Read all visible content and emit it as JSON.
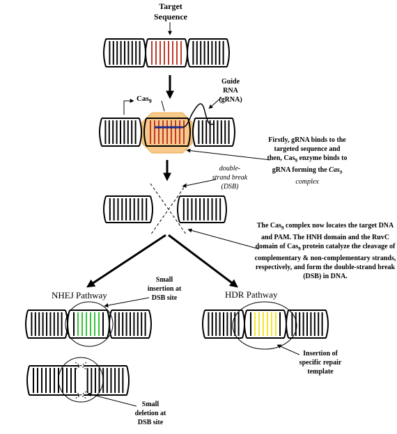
{
  "labels": {
    "target_sequence": "Target Sequence",
    "cas9_prefix": "Cas",
    "cas9_sub": "9",
    "guide_rna_line1": "Guide",
    "guide_rna_line2": "RNA",
    "guide_rna_line3": "(gRNA)",
    "dsb_line1": "double-",
    "dsb_line2": "strand break",
    "dsb_line3": "(DSB)",
    "nhej_pathway": "NHEJ Pathway",
    "hdr_pathway": "HDR Pathway",
    "small_insertion_line1": "Small",
    "small_insertion_line2": "insertion at",
    "small_insertion_line3": "DSB site",
    "small_deletion_line1": "Small",
    "small_deletion_line2": "deletion at",
    "small_deletion_line3": "DSB site",
    "insertion_template_line1": "Insertion of",
    "insertion_template_line2": "specific repair",
    "insertion_template_line3": "template"
  },
  "notes": {
    "step1_line1": "Firstly, gRNA binds to the",
    "step1_line2": "targeted sequence and",
    "step1_line3_a": "then, Cas",
    "step1_line3_sub": "9",
    "step1_line3_b": " enzyme binds to",
    "step1_line4_a": "gRNA forming the ",
    "step1_line4_cas": "Cas",
    "step1_line4_sub": "9",
    "step1_line5": "complex",
    "step2_line1_a": "The Cas",
    "step2_line1_sub": "9",
    "step2_line1_b": " complex now locates the target DNA",
    "step2_line2": "and PAM. The HNH domain and the RuvC",
    "step2_line3_a": "domain of Cas",
    "step2_line3_sub": "9",
    "step2_line3_b": " protein catalyze the cleavage of",
    "step2_line4": "complementary & non-complementary strands,",
    "step2_line5": "respectively, and form the double-strand break",
    "step2_line6": "(DSB) in DNA."
  },
  "colors": {
    "target_rungs": "#c0392b",
    "cas9_complex": "#f7c98a",
    "cas9_complex_edge": "#e8a850",
    "guide_rna": "#1f2a8a",
    "nhej_insertion": "#39c239",
    "hdr_template": "#f2e62a",
    "ink": "#000000"
  }
}
